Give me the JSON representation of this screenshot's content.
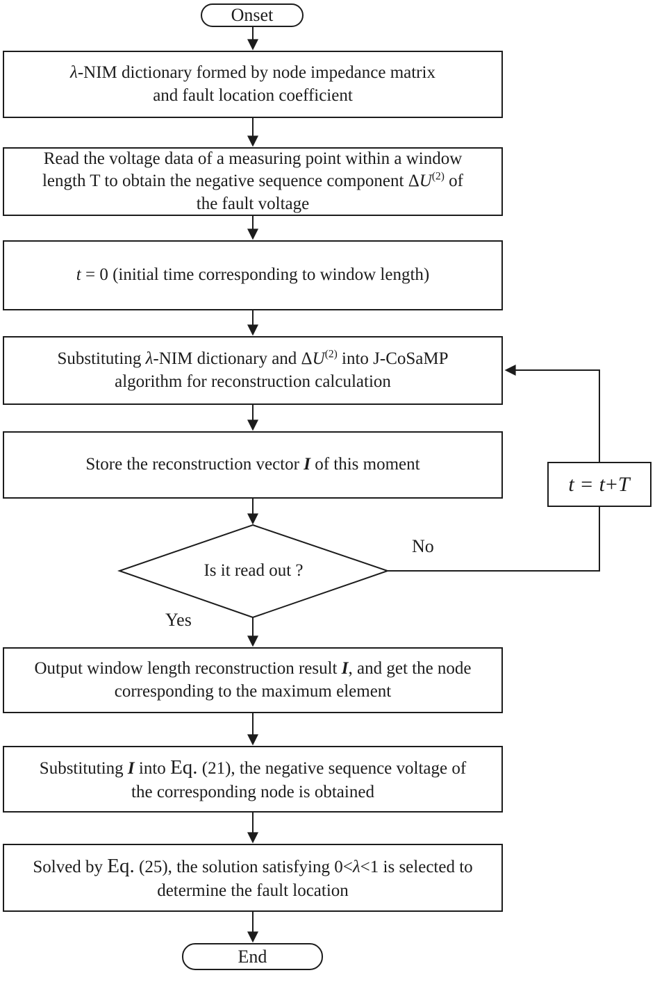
{
  "flowchart": {
    "colors": {
      "stroke": "#1c1c1c",
      "background": "#ffffff"
    },
    "terminals": {
      "start": "Onset",
      "end": "End"
    },
    "boxes": [
      {
        "id": "nim-dictionary",
        "lines": [
          [
            {
              "t": "λ",
              "i": true
            },
            {
              "t": "-NIM  dictionary formed by node impedance matrix"
            }
          ],
          [
            {
              "t": "and fault location coefficient"
            }
          ]
        ]
      },
      {
        "id": "read-voltage-data",
        "lines": [
          [
            {
              "t": "Read the voltage data of a measuring point within a window"
            }
          ],
          [
            {
              "t": "length T to obtain the negative sequence component "
            },
            {
              "t": "Δ"
            },
            {
              "t": "U",
              "i": true
            },
            {
              "t": "(2)",
              "sup": true
            },
            {
              "t": " of"
            }
          ],
          [
            {
              "t": "the fault voltage"
            }
          ]
        ]
      },
      {
        "id": "initial-time",
        "lines": [
          [
            {
              "t": "t",
              "i": true
            },
            {
              "t": " = 0 (initial time corresponding to window length)"
            }
          ]
        ]
      },
      {
        "id": "substitute-cosamp",
        "lines": [
          [
            {
              "t": "Substituting  "
            },
            {
              "t": "λ",
              "i": true
            },
            {
              "t": "-NIM  dictionary and "
            },
            {
              "t": "Δ"
            },
            {
              "t": "U",
              "i": true
            },
            {
              "t": "(2)",
              "sup": true
            },
            {
              "t": " into J-CoSaMP"
            }
          ],
          [
            {
              "t": "algorithm for reconstruction calculation"
            }
          ]
        ]
      },
      {
        "id": "store-vector",
        "lines": [
          [
            {
              "t": "Store the reconstruction vector "
            },
            {
              "t": "I",
              "i": true,
              "b": true
            },
            {
              "t": " of this moment"
            }
          ]
        ]
      },
      {
        "id": "output-result",
        "lines": [
          [
            {
              "t": "Output window length reconstruction result "
            },
            {
              "t": "I",
              "i": true,
              "b": true
            },
            {
              "t": ", and get the node"
            }
          ],
          [
            {
              "t": "corresponding to the maximum element"
            }
          ]
        ]
      },
      {
        "id": "substitute-eq21",
        "lines": [
          [
            {
              "t": "Substituting "
            },
            {
              "t": "I",
              "i": true,
              "b": true
            },
            {
              "t": " into "
            },
            {
              "t": "Eq.",
              "lg": true
            },
            {
              "t": " (21), the negative sequence voltage of"
            }
          ],
          [
            {
              "t": "the corresponding node is obtained"
            }
          ]
        ]
      },
      {
        "id": "solve-eq25",
        "lines": [
          [
            {
              "t": "Solved by "
            },
            {
              "t": "Eq.",
              "lg": true
            },
            {
              "t": " (25), the solution satisfying 0<"
            },
            {
              "t": "λ",
              "i": true
            },
            {
              "t": "<1 is selected to"
            }
          ],
          [
            {
              "t": "determine the fault location"
            }
          ]
        ]
      }
    ],
    "decision": {
      "id": "is-it-read-out",
      "lines": [
        [
          {
            "t": "Is it read out ?"
          }
        ]
      ]
    },
    "loop_update": {
      "id": "time-increment",
      "lines": [
        [
          {
            "t": "t",
            "i": true
          },
          {
            "t": " = "
          },
          {
            "t": "t",
            "i": true
          },
          {
            "t": "+"
          },
          {
            "t": "T",
            "i": true
          }
        ]
      ]
    },
    "branch_labels": {
      "no": "No",
      "yes": "Yes"
    }
  }
}
